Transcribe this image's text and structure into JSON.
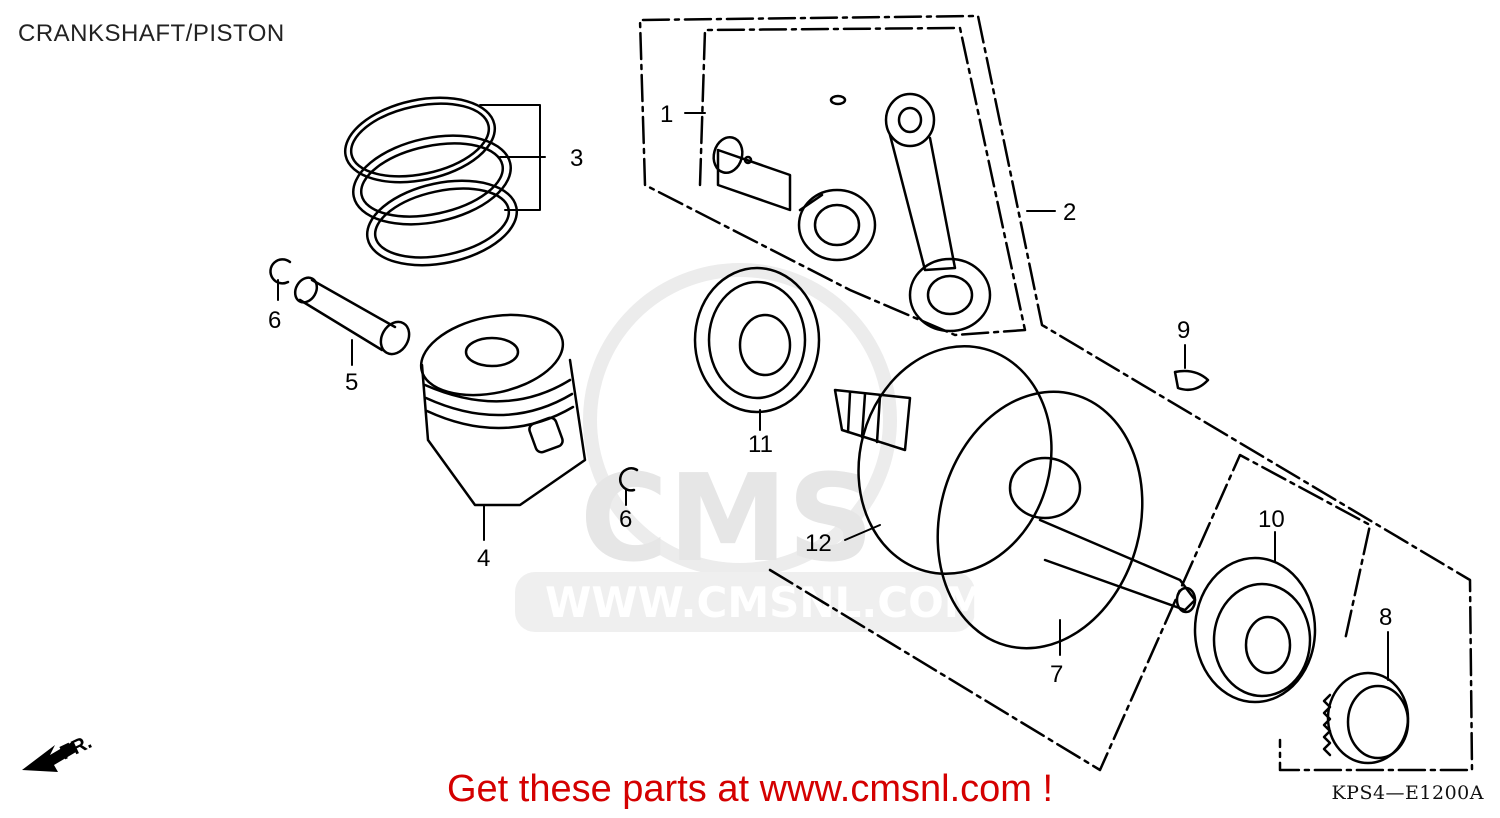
{
  "title": "CRANKSHAFT/PISTON",
  "watermark": {
    "brand": "CMS",
    "url": "WWW.CMSNL.COM"
  },
  "callouts": {
    "c1": "1",
    "c2": "2",
    "c3": "3",
    "c4": "4",
    "c5": "5",
    "c6a": "6",
    "c6b": "6",
    "c7": "7",
    "c8": "8",
    "c9": "9",
    "c10": "10",
    "c11": "11",
    "c12": "12"
  },
  "front_marker": "FR.",
  "promo_text": "Get these parts at www.cmsnl.com !",
  "diagram_code": "KPS4—E1200A",
  "colors": {
    "promo": "#d40000",
    "line": "#000000",
    "watermark": "#e6e6e6"
  }
}
